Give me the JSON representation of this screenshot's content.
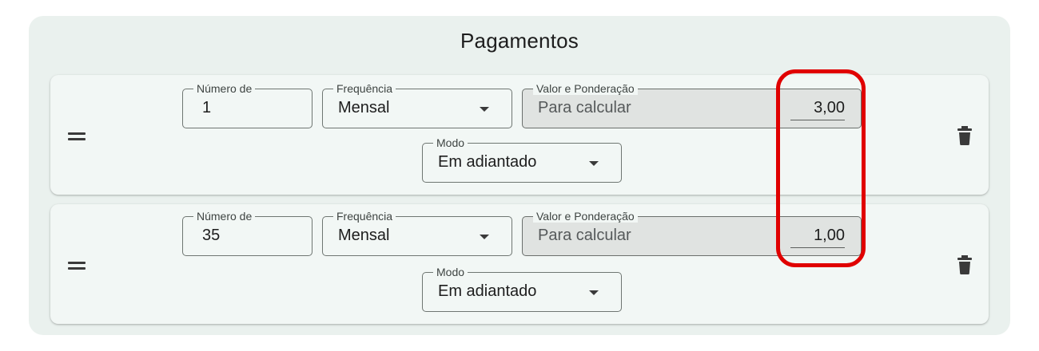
{
  "panel": {
    "title": "Pagamentos"
  },
  "payments": [
    {
      "numero_label": "Número de",
      "numero_value": "1",
      "frequencia_label": "Frequência",
      "frequencia_value": "Mensal",
      "valor_label": "Valor e Ponderação",
      "valor_value": "Para calcular",
      "ponderacao_value": "3,00",
      "modo_label": "Modo",
      "modo_value": "Em adiantado"
    },
    {
      "numero_label": "Número de",
      "numero_value": "35",
      "frequencia_label": "Frequência",
      "frequencia_value": "Mensal",
      "valor_label": "Valor e Ponderação",
      "valor_value": "Para calcular",
      "ponderacao_value": "1,00",
      "modo_label": "Modo",
      "modo_value": "Em adiantado"
    }
  ],
  "icons": {
    "drag": "drag-handle-icon",
    "delete": "trash-icon",
    "dropdown": "dropdown-caret-icon"
  },
  "colors": {
    "highlight": "#e00000",
    "panel_bg": "#eaf1ee",
    "card_bg": "#f2f7f5",
    "disabled_bg": "#e0e3e1"
  }
}
